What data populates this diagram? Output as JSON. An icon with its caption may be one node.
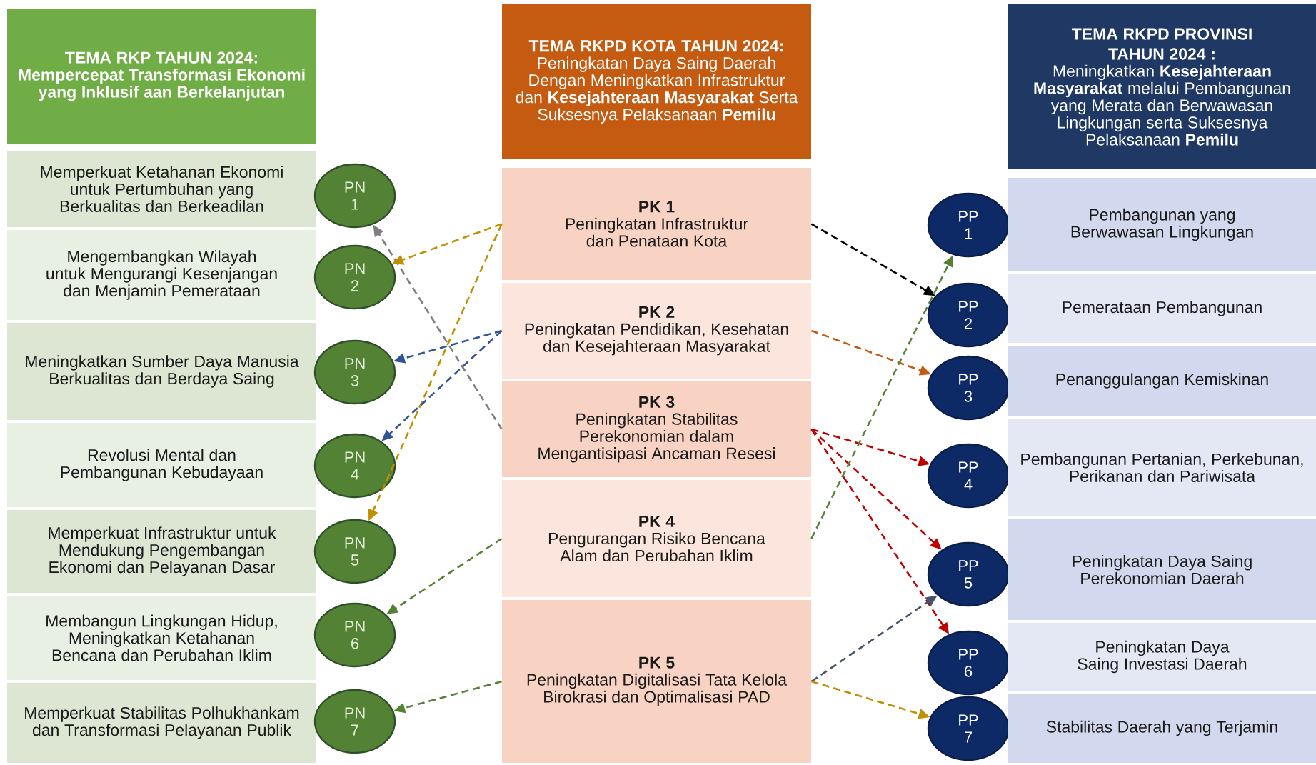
{
  "diagram": {
    "nodes": [
      {
        "text": [
          "TEMA RKP TAHUN 2024:",
          "Mempercepat Transformasi Ekonomi yang Inklusif aan Berkelanjutan"
        ]
      },
      {
        "text": [
          "TEMA RKPD KOTA TAHUN 2024:",
          "Peningkatan Daya Saing Daerah Dengan Meningkatkan Infrastruktur dan **Kesejahteraan Masyarakat** Serta Suksesnya Pelaksanaan **Pemilu**"
        ]
      },
      {
        "text": [
          "TEMA RKPD PROVINSI TAHUN 2024 :",
          "Meningkatkan **Kesejahteraan Masyarakat** melalui Pembangunan yang Merata dan Berwawasan Lingkungan serta Suksesnya Pelaksanaan **Pemilu**"
        ]
      },
      {
        "text": [
          "Memperkuat Ketahanan Ekonomi untuk Pertumbuhan yang Berkualitas dan Berkeadilan"
        ]
      },
      {
        "text": [
          "Mengembangkan Wilayah untuk Mengurangi Kesenjangan dan Menjamin Pemerataan"
        ]
      },
      {
        "text": [
          "Meningkatkan Sumber Daya Manusia Berkualitas dan Berdaya Saing"
        ]
      },
      {
        "text": [
          "Revolusi Mental dan Pembangunan Kebudayaan"
        ]
      },
      {
        "text": [
          "Memperkuat Infrastruktur untuk Mendukung Pengembangan Ekonomi dan Pelayanan Dasar"
        ]
      },
      {
        "text": [
          "Membangun Lingkungan Hidup, Meningkatkan Ketahanan Bencana dan Perubahan Iklim"
        ]
      },
      {
        "text": [
          "Memperkuat Stabilitas Polhukhankam dan Transformasi Pelayanan Publik"
        ]
      },
      {
        "text": [
          "PN 1"
        ]
      },
      {
        "text": [
          "PN 2"
        ]
      },
      {
        "text": [
          "PN 3"
        ]
      },
      {
        "text": [
          "PN 4"
        ]
      },
      {
        "text": [
          "PN 5"
        ]
      },
      {
        "text": [
          "PN 6"
        ]
      },
      {
        "text": [
          "PN 7"
        ]
      },
      {
        "text": [
          "PK 1",
          "Peningkatan Infrastruktur dan Penataan Kota"
        ]
      },
      {
        "text": [
          "PK 2",
          "Peningkatan Pendidikan, Kesehatan dan Kesejahteraan Masyarakat"
        ]
      },
      {
        "text": [
          "PK 3",
          "Peningkatan Stabilitas Perekonomian dalam Mengantisipasi Ancaman Resesi"
        ]
      },
      {
        "text": [
          "PK 4",
          "Pengurangan Risiko Bencana Alam dan Perubahan Iklim"
        ]
      },
      {
        "text": [
          "PK 5",
          "Peningkatan Digitalisasi Tata Kelola Birokrasi dan Optimalisasi PAD"
        ]
      },
      {
        "text": [
          "PP 1"
        ]
      },
      {
        "text": [
          "PP 2"
        ]
      },
      {
        "text": [
          "PP 3"
        ]
      },
      {
        "text": [
          "PP 4"
        ]
      },
      {
        "text": [
          "PP 5"
        ]
      },
      {
        "text": [
          "PP 6"
        ]
      },
      {
        "text": [
          "PP 7"
        ]
      },
      {
        "text": [
          "Pembangunan yang Berwawasan Lingkungan"
        ]
      },
      {
        "text": [
          "Pemerataan Pembangunan"
        ]
      },
      {
        "text": [
          "Penanggulangan Kemiskinan"
        ]
      },
      {
        "text": [
          "Pembangunan Pertanian, Perkebunan, Perikanan dan Pariwisata"
        ]
      },
      {
        "text": [
          "Peningkatan Daya Saing Perekonomian Daerah"
        ]
      },
      {
        "text": [
          "Peningkatan Daya Saing Investasi Daerah"
        ]
      },
      {
        "text": [
          "Stabilitas Daerah yang Terjamin"
        ]
      }
    ],
    "edges": [
      {
        "from": 19,
        "to": 10,
        "arrow": "to",
        "style": "dashed",
        "color": "#7f7f7f"
      },
      {
        "from": 17,
        "to": 11,
        "arrow": "to",
        "style": "dashed",
        "color": "#bf9000"
      },
      {
        "from": 17,
        "to": 14,
        "arrow": "to",
        "style": "dashed",
        "color": "#bf9000"
      },
      {
        "from": 18,
        "to": 12,
        "arrow": "to",
        "style": "dashed",
        "color": "#2f5597"
      },
      {
        "from": 18,
        "to": 13,
        "arrow": "to",
        "style": "dashed",
        "color": "#2f5597"
      },
      {
        "from": 20,
        "to": 15,
        "arrow": "to",
        "style": "dashed",
        "color": "#548235"
      },
      {
        "from": 21,
        "to": 16,
        "arrow": "to",
        "style": "dashed",
        "color": "#548235"
      },
      {
        "from": 17,
        "to": 23,
        "arrow": "to",
        "style": "dashed",
        "color": "#000000"
      },
      {
        "from": 18,
        "to": 24,
        "arrow": "to",
        "style": "dashed",
        "color": "#c55a11"
      },
      {
        "from": 19,
        "to": 25,
        "arrow": "to",
        "style": "dashed",
        "color": "#c00000"
      },
      {
        "from": 19,
        "to": 26,
        "arrow": "to",
        "style": "dashed",
        "color": "#c00000"
      },
      {
        "from": 19,
        "to": 27,
        "arrow": "to",
        "style": "dashed",
        "color": "#c00000"
      },
      {
        "from": 20,
        "to": 22,
        "arrow": "to",
        "style": "dashed",
        "color": "#548235"
      },
      {
        "from": 21,
        "to": 26,
        "arrow": "to",
        "style": "dashed",
        "color": "#44546a"
      },
      {
        "from": 21,
        "to": 28,
        "arrow": "to",
        "style": "dashed",
        "color": "#bf9000"
      }
    ]
  }
}
